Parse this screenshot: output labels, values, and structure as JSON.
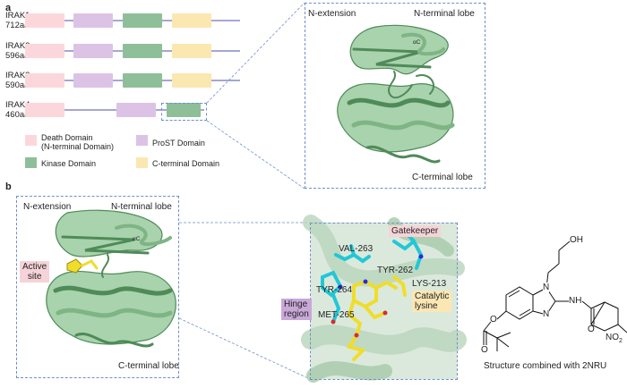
{
  "panel_a": {
    "label": "a",
    "genes": [
      {
        "name": "IRAK1",
        "length": "712aa",
        "domains": [
          "death",
          "prost",
          "kinase",
          "cterm"
        ]
      },
      {
        "name": "IRAK2",
        "length": "596aa",
        "domains": [
          "death",
          "prost",
          "kinase",
          "cterm"
        ]
      },
      {
        "name": "IRAK3",
        "length": "590aa",
        "domains": [
          "death",
          "prost",
          "kinase",
          "cterm"
        ]
      },
      {
        "name": "IRAK4",
        "length": "460aa",
        "domains": [
          "death",
          "prost",
          "kinase"
        ]
      }
    ],
    "legend": {
      "death": "Death Domain\n(N-terminal Domain)",
      "prost": "ProST Domain",
      "kinase": "Kinase Domain",
      "cterm": "C-terminal Domain"
    },
    "structure_labels": {
      "n_extension": "N-extension",
      "n_terminal_lobe": "N-terminal lobe",
      "alpha_c": "αC",
      "c_terminal_lobe": "C-terminal lobe"
    }
  },
  "panel_b": {
    "label": "b",
    "overview_labels": {
      "n_extension": "N-extension",
      "n_terminal_lobe": "N-terminal lobe",
      "alpha_c": "αC",
      "active_site": "Active\nsite",
      "c_terminal_lobe": "C-terminal lobe"
    },
    "zoom_labels": {
      "gatekeeper": "Gatekeeper",
      "val263": "VAL-263",
      "tyr262": "TYR-262",
      "tyr264": "TYR-264",
      "lys213": "LYS-213",
      "catalytic_lysine": "Catalytic\nlysine",
      "hinge_region": "Hinge\nregion",
      "met265": "MET-265"
    },
    "molecule": {
      "oh": "OH",
      "n_top": "N",
      "n_ring": "N",
      "nh": "NH",
      "o_ester": "O",
      "o_carbonyl1": "O",
      "o_carbonyl2": "O",
      "no2": "NO",
      "no2_sub": "2"
    },
    "caption": "Structure combined with 2NRU"
  },
  "colors": {
    "death": "#fbd7dc",
    "prost": "#dcc3e6",
    "kinase": "#8fbf98",
    "cterm": "#fbe7b0",
    "line": "#a7a6d4",
    "dash": "#6f8fc9",
    "protein": "#7fb485",
    "protein_dark": "#4f8a58",
    "cyan": "#22c7d6",
    "yellow": "#f0dd2b",
    "active_tag": "#f6d3d8",
    "lysine_tag": "#fbe6b4",
    "hinge_tag": "#c9a8d8"
  }
}
